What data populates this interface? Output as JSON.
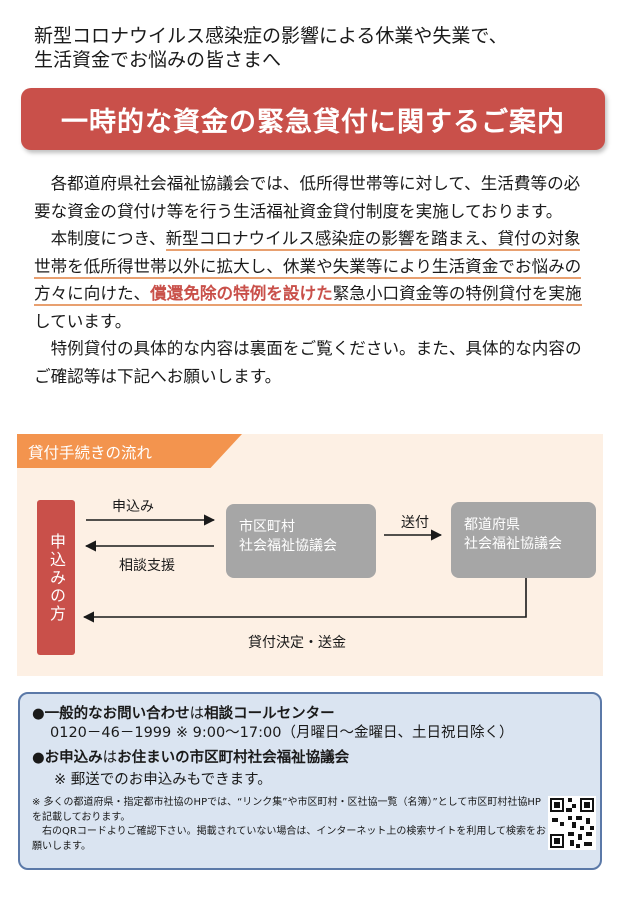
{
  "lead": {
    "line1": "新型コロナウイルス感染症の影響による休業や失業で、",
    "line2": "生活資金でお悩みの皆さまへ"
  },
  "banner": {
    "title": "一時的な資金の緊急貸付に関するご案内"
  },
  "body": {
    "p1": "各都道府県社会福祉協議会では、低所得世帯等に対して、生活費等の必要な資金の貸付け等を行う生活福祉資金貸付制度を実施しております。",
    "p2_a": "本制度につき、",
    "p2_b": "新型コロナウイルス感染症の影響を踏まえ、貸付の対象世帯を低所得世帯以外に拡大し、休業や失業等により生活資金でお悩みの方々に向けた、",
    "p2_c": "償還免除の特例を設けた",
    "p2_d": "緊急小口資金等の特例貸付を実施",
    "p2_e": "しています。",
    "p3": "特例貸付の具体的な内容は裏面をご覧ください。また、具体的な内容のご確認等は下記へお願いします。"
  },
  "flow": {
    "tab_label": "貸付手続きの流れ",
    "applicant": "申込みの方",
    "apply": "申込み",
    "consult": "相談支援",
    "send": "送付",
    "decide": "貸付決定・送金",
    "city_line1": "市区町村",
    "city_line2": "社会福祉協議会",
    "pref_line1": "都道府県",
    "pref_line2": "社会福祉協議会"
  },
  "contact": {
    "general_bullet": "●",
    "general_a": "一般的なお問い合わせ",
    "general_b": "は",
    "general_c": "相談コールセンター",
    "phone": "0120－46－1999 ※ 9:00～17:00（月曜日～金曜日、土日祝日除く）",
    "apply_bullet": "●",
    "apply_a": "お申込み",
    "apply_b": "は",
    "apply_c": "お住まいの市区町村社会福祉協議会",
    "mail": "※ 郵送でのお申込みもできます。",
    "note1": "※ 多くの都道府県・指定都市社協のHPでは、“リンク集”や市区町村・区社協一覧（名簿）”として市区町村社協HPを記載しております。",
    "note2": "右のQRコードよりご確認下さい。掲載されていない場合は、インターネット上の検索サイトを利用して検索をお願いします。"
  },
  "colors": {
    "banner": "#c9504a",
    "tab": "#f3944e",
    "flow_bg": "#fdf0e4",
    "box": "#a6a6a6",
    "contact_bg": "#dae4f1",
    "contact_border": "#5b79a8"
  },
  "icons": {
    "qr": "qr-code-icon"
  }
}
